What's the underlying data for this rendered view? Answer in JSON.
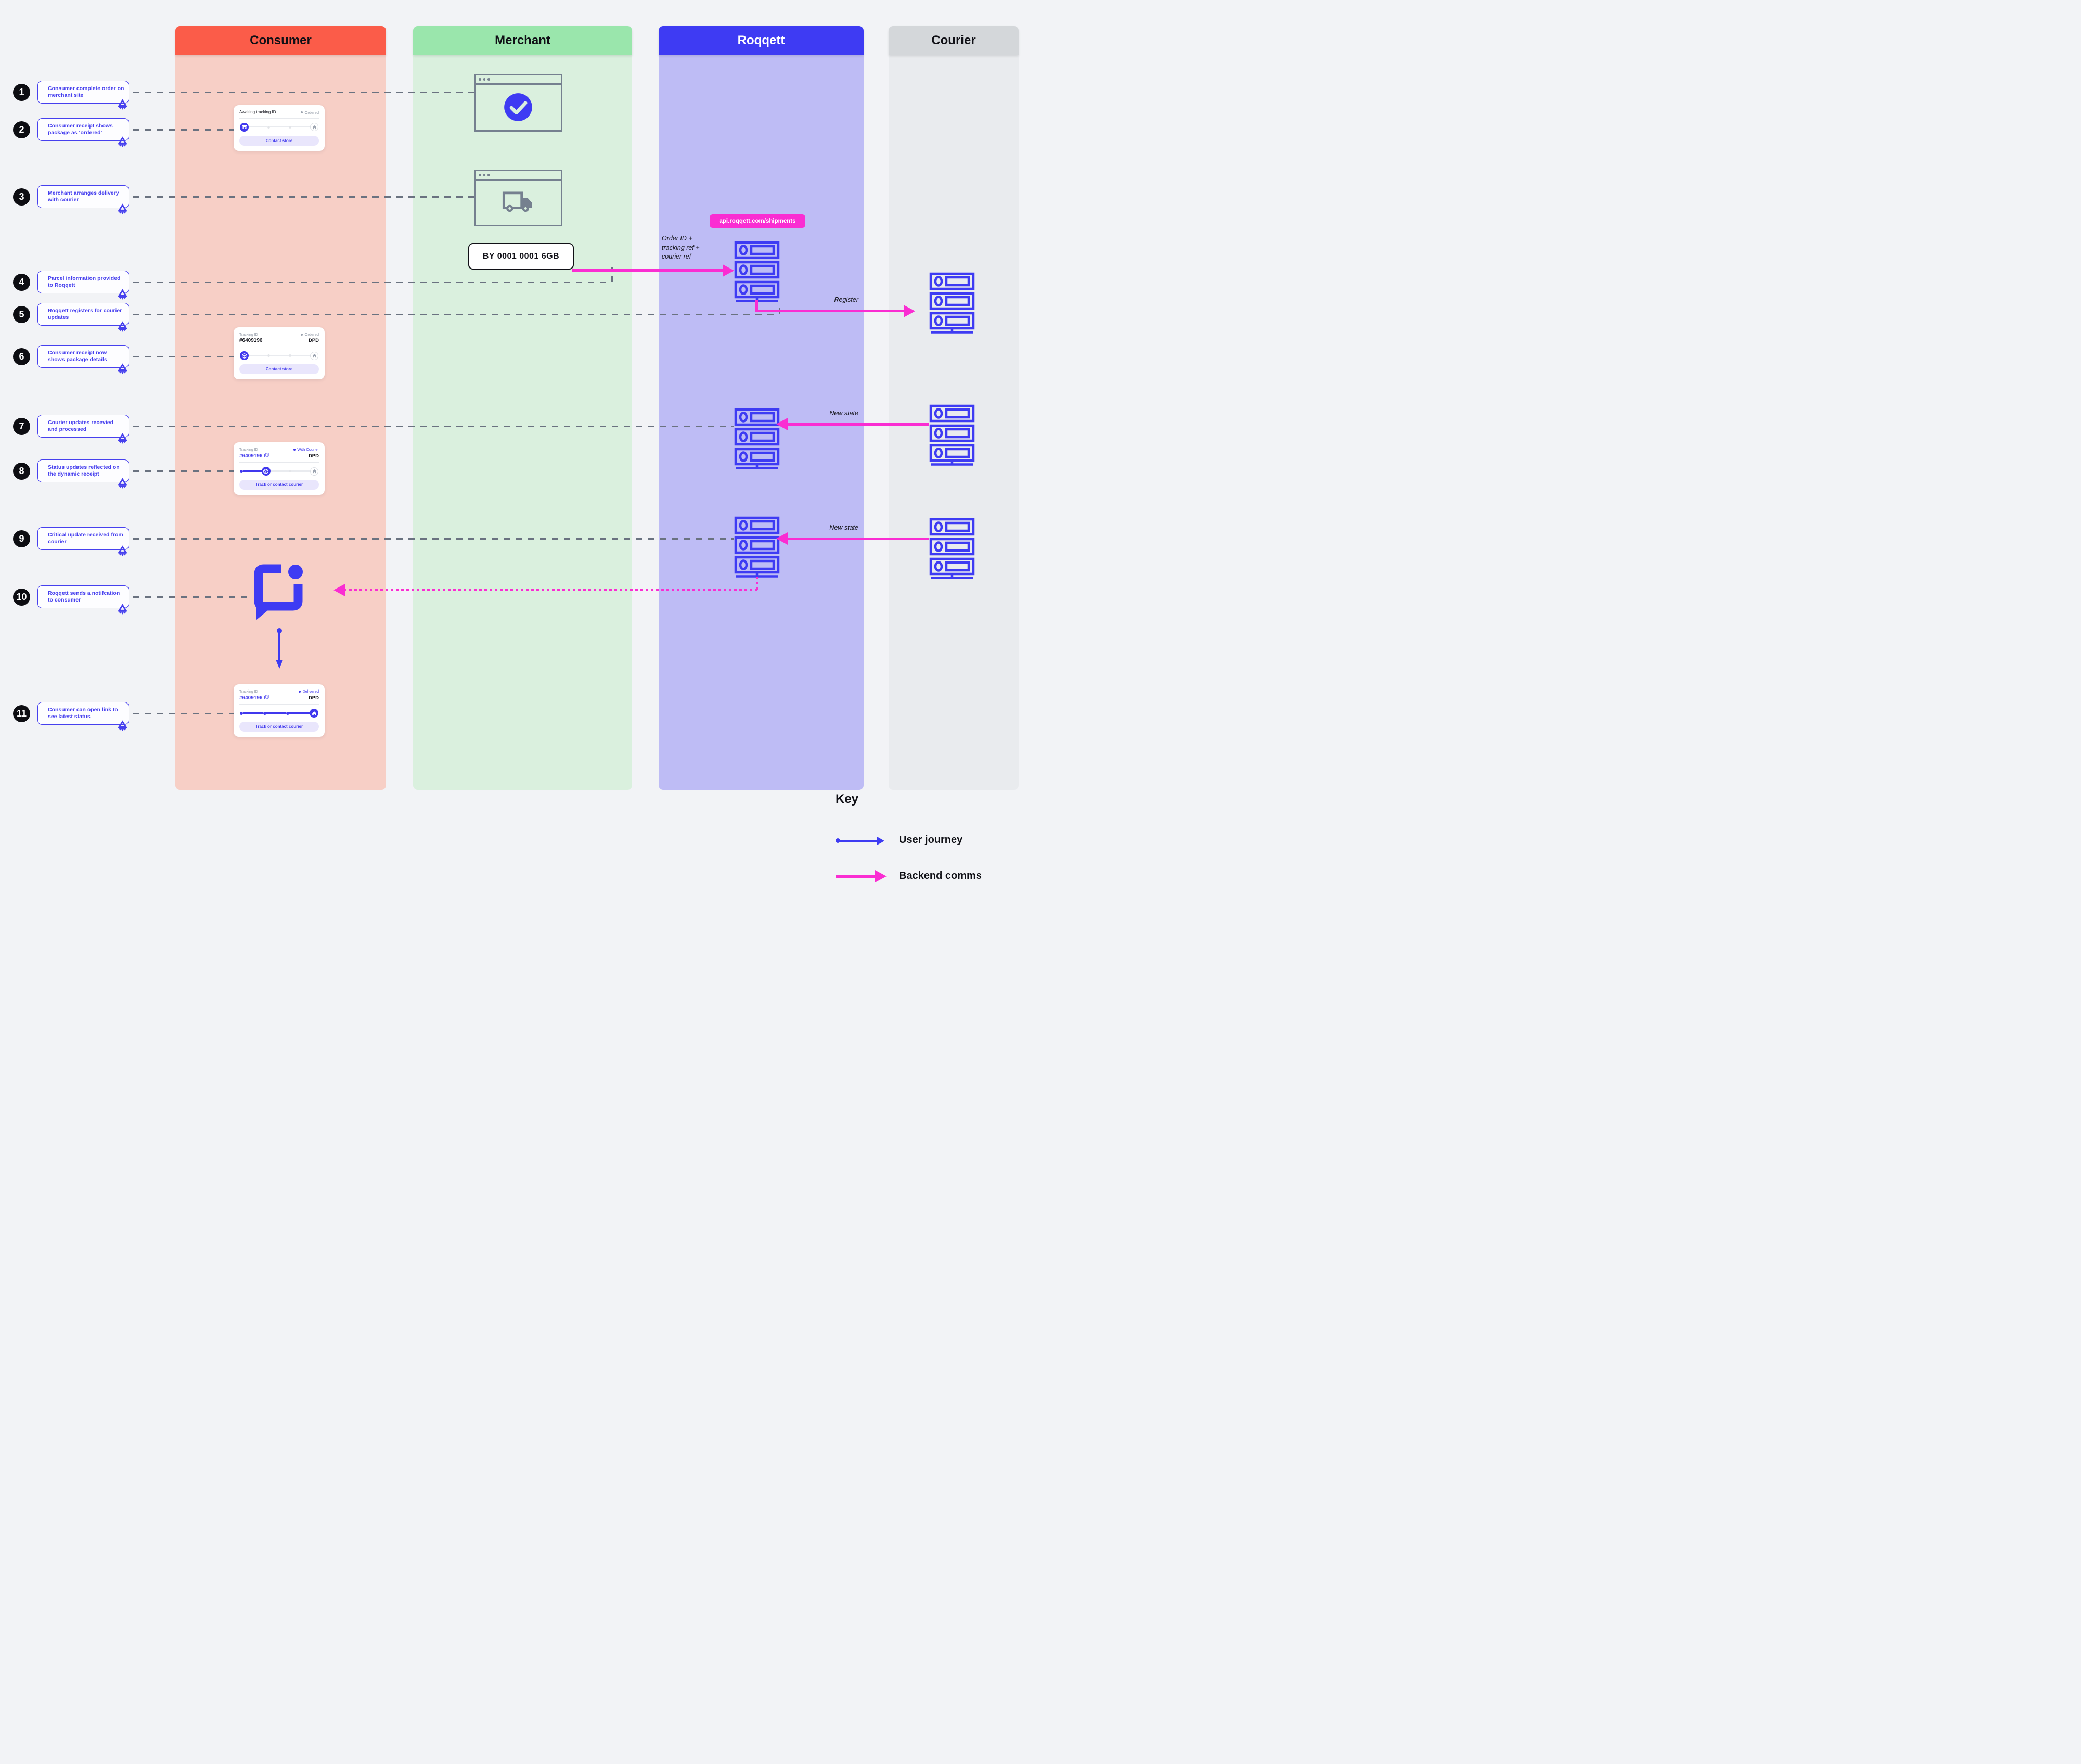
{
  "lanes": [
    {
      "label": "Consumer"
    },
    {
      "label": "Merchant"
    },
    {
      "label": "Roqqett"
    },
    {
      "label": "Courier"
    }
  ],
  "steps": [
    {
      "num": "1",
      "text": "Consumer complete order on merchant site"
    },
    {
      "num": "2",
      "text": "Consumer receipt shows package as ‘ordered’"
    },
    {
      "num": "3",
      "text": "Merchant arranges delivery with courier"
    },
    {
      "num": "4",
      "text": "Parcel information provided to Roqqett"
    },
    {
      "num": "5",
      "text": "Roqqett registers for courier updates"
    },
    {
      "num": "6",
      "text": "Consumer receipt now shows package details"
    },
    {
      "num": "7",
      "text": "Courier updates recevied and processed"
    },
    {
      "num": "8",
      "text": "Status updates reflected on the dynamic receipt"
    },
    {
      "num": "9",
      "text": "Critical update received from courier"
    },
    {
      "num": "10",
      "text": "Roqqett sends a notifcation to consumer"
    },
    {
      "num": "11",
      "text": "Consumer can open link to see latest status"
    }
  ],
  "receipts": [
    {
      "title": "Awaiting tracking ID",
      "tracking_id": "",
      "status": "Ordered",
      "status_active": false,
      "courier": "",
      "button": "Contact store",
      "stage": 0,
      "icon": "store",
      "copy_icon": false
    },
    {
      "title": "Tracking ID",
      "tracking_id": "#6409196",
      "status": "Ordered",
      "status_active": false,
      "courier": "DPD",
      "button": "Contact store",
      "stage": 0,
      "icon": "package",
      "copy_icon": false
    },
    {
      "title": "Tracking ID",
      "tracking_id": "#6409196",
      "status": "With Courier",
      "status_active": true,
      "courier": "DPD",
      "button": "Track or contact courier",
      "stage": 1,
      "icon": "package",
      "copy_icon": true
    },
    {
      "title": "Tracking ID",
      "tracking_id": "#6409196",
      "status": "Delivered",
      "status_active": true,
      "courier": "DPD",
      "button": "Track or contact courier",
      "stage": 3,
      "icon": "home",
      "copy_icon": true
    }
  ],
  "annotations": {
    "api_endpoint": "api.roqqett.com/shipments",
    "order_info": "Order ID +\ntracking ref +\ncourier ref",
    "register": "Register",
    "new_state_1": "New state",
    "new_state_2": "New state",
    "plate": "BY 0001 0001 6GB"
  },
  "key": {
    "title": "Key",
    "items": [
      {
        "label": "User journey"
      },
      {
        "label": "Backend comms"
      }
    ]
  },
  "colors": {
    "consumer_header": "#FB5C49",
    "consumer_body": "#F7CFC6",
    "merchant_header": "#9AE6AC",
    "merchant_body": "#DAF0DE",
    "roqqett_header": "#3E3BF3",
    "roqqett_body": "#BEBCF5",
    "courier_header": "#D4D7DA",
    "courier_body": "#E9EBEE",
    "accent_blue": "#3E3BF3",
    "accent_magenta": "#FA2DD2",
    "dashed_gray": "#6A7280"
  }
}
